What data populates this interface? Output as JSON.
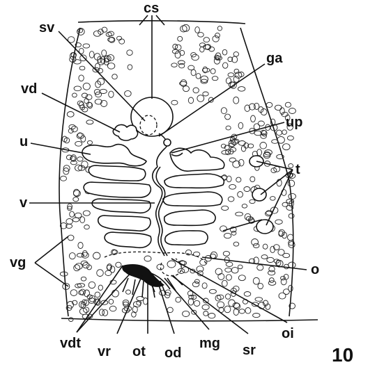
{
  "figure_number": "10",
  "labels": {
    "cs": "cs",
    "sv": "sv",
    "ga": "ga",
    "vd": "vd",
    "up": "up",
    "u": "u",
    "t": "t",
    "v": "v",
    "vg": "vg",
    "o": "o",
    "oi": "oi",
    "vdt": "vdt",
    "vr": "vr",
    "ot": "ot",
    "od": "od",
    "mg": "mg",
    "sr": "sr"
  }
}
